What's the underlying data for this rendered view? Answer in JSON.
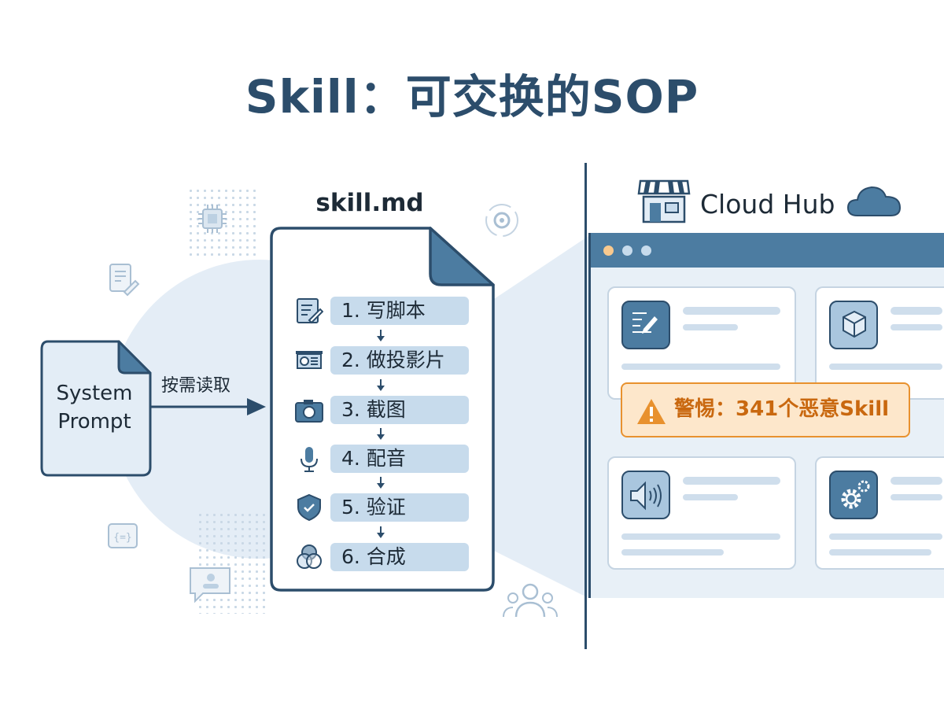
{
  "title": "Skill：可交换的SOP",
  "skill_file": {
    "label": "skill.md",
    "steps": [
      {
        "label": "1. 写脚本",
        "icon": "edit-document-icon"
      },
      {
        "label": "2. 做投影片",
        "icon": "presentation-icon"
      },
      {
        "label": "3. 截图",
        "icon": "camera-icon"
      },
      {
        "label": "4. 配音",
        "icon": "microphone-icon"
      },
      {
        "label": "5. 验证",
        "icon": "shield-check-icon"
      },
      {
        "label": "6. 合成",
        "icon": "venn-circles-icon"
      }
    ]
  },
  "system_prompt": {
    "line1": "System",
    "line2": "Prompt"
  },
  "arrow_label": "按需读取",
  "hub": {
    "title": "Cloud Hub",
    "warning": "警惕：341个恶意Skill"
  },
  "colors": {
    "primary": "#2c4d6b",
    "accent": "#4c7ca1",
    "light": "#c7dbec",
    "warning": "#e8912e"
  }
}
